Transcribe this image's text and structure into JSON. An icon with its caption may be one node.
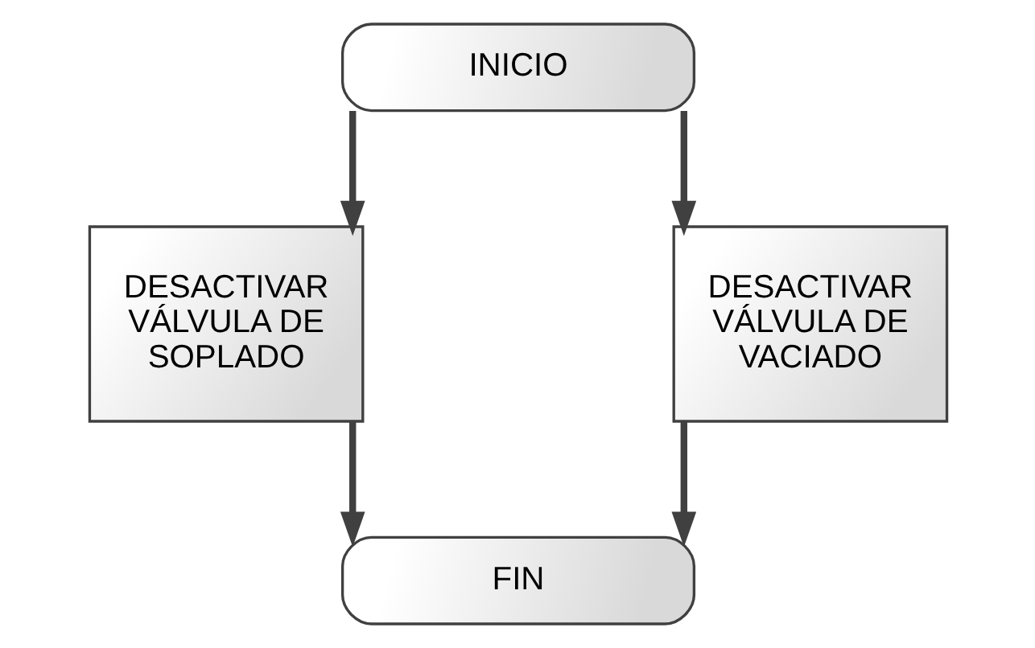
{
  "diagram": {
    "nodes": [
      {
        "text": [
          "INICIO"
        ]
      },
      {
        "text": [
          "DESACTIVAR VÁLVULA DE SOPLADO"
        ]
      },
      {
        "text": [
          "DESACTIVAR VÁLVULA DE VACIADO"
        ]
      },
      {
        "text": [
          "FIN"
        ]
      }
    ],
    "edges": [
      {
        "from": 0,
        "to": 1,
        "arrow": "to"
      },
      {
        "from": 0,
        "to": 2,
        "arrow": "to"
      },
      {
        "from": 1,
        "to": 3,
        "arrow": "to"
      },
      {
        "from": 2,
        "to": 3,
        "arrow": "to"
      }
    ]
  }
}
